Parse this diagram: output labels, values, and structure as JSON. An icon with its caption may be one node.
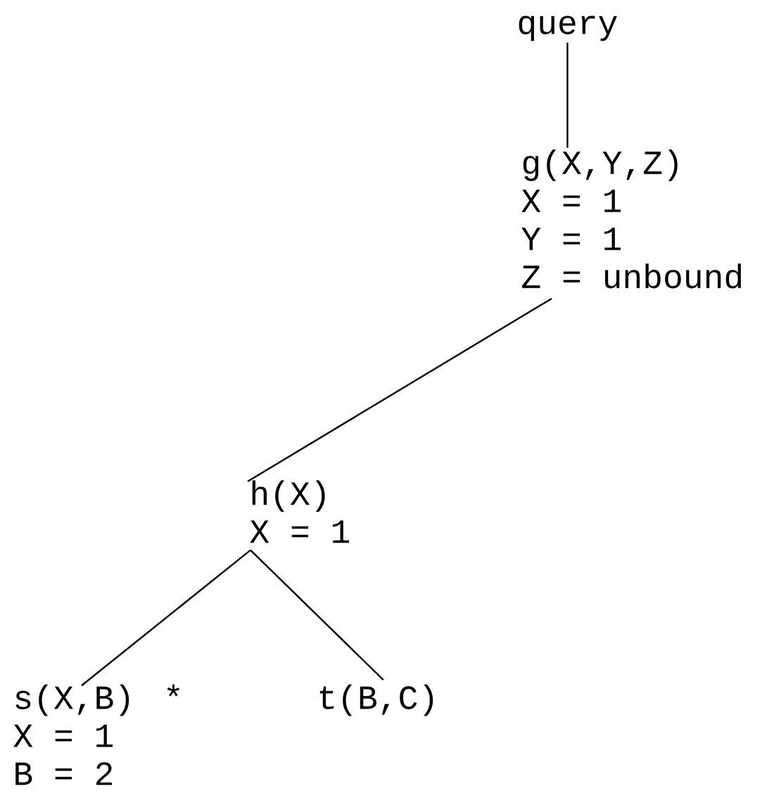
{
  "diagram": {
    "nodes": [
      {
        "text": [
          "query"
        ]
      },
      {
        "text": [
          "g(X,Y,Z)",
          "X = 1",
          "Y = 1",
          "Z = unbound"
        ]
      },
      {
        "text": [
          "h(X)",
          "X = 1"
        ]
      },
      {
        "text": [
          "s(X,B)",
          "X = 1",
          "B = 2"
        ],
        "beside": [
          "*"
        ]
      },
      {
        "text": [
          "t(B,C)"
        ]
      }
    ],
    "edges": [
      {
        "from": 0,
        "to": 1,
        "arrow": "none"
      },
      {
        "from": 1,
        "to": 2,
        "arrow": "none"
      },
      {
        "from": 2,
        "to": 3,
        "arrow": "none"
      },
      {
        "from": 2,
        "to": 4,
        "arrow": "none"
      }
    ]
  }
}
